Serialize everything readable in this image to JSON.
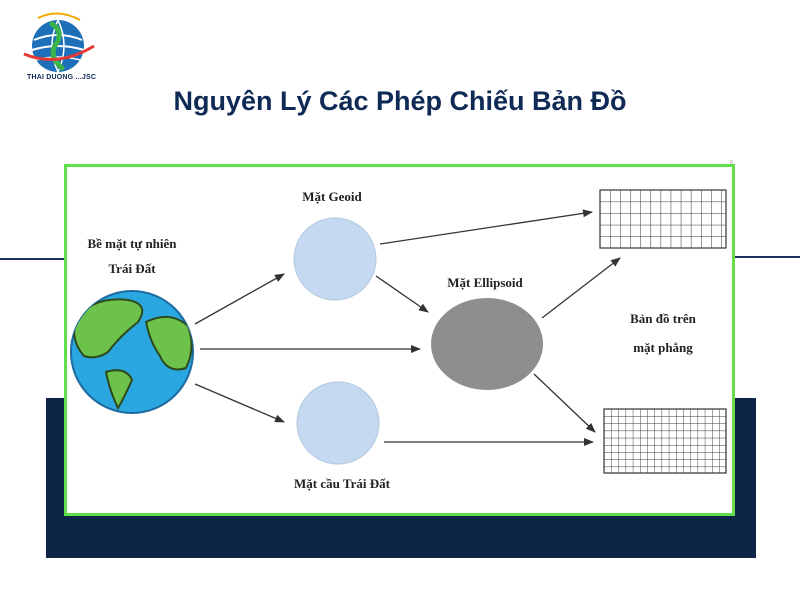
{
  "header": {
    "logo_text": "THAI DUONG ...JSC",
    "title": "Nguyên Lý Các Phép Chiếu Bản Đồ"
  },
  "diagram": {
    "earth_label_line1": "Bề mặt tự nhiên",
    "earth_label_line2": "Trái Đất",
    "geoid_label": "Mặt Geoid",
    "ellipsoid_label": "Mặt Ellipsoid",
    "sphere_label": "Mặt cầu Trái Đất",
    "map_label_line1": "Bản đồ trên",
    "map_label_line2": "mặt phẳng"
  },
  "colors": {
    "title": "#0f2a55",
    "navy": "#0f2547",
    "frame_border": "#5fe04a",
    "globe_ocean": "#2aa7e0",
    "globe_land": "#6cc24a",
    "geoid_fill": "#c5daf0",
    "ellipsoid_fill": "#8e8e8e"
  }
}
